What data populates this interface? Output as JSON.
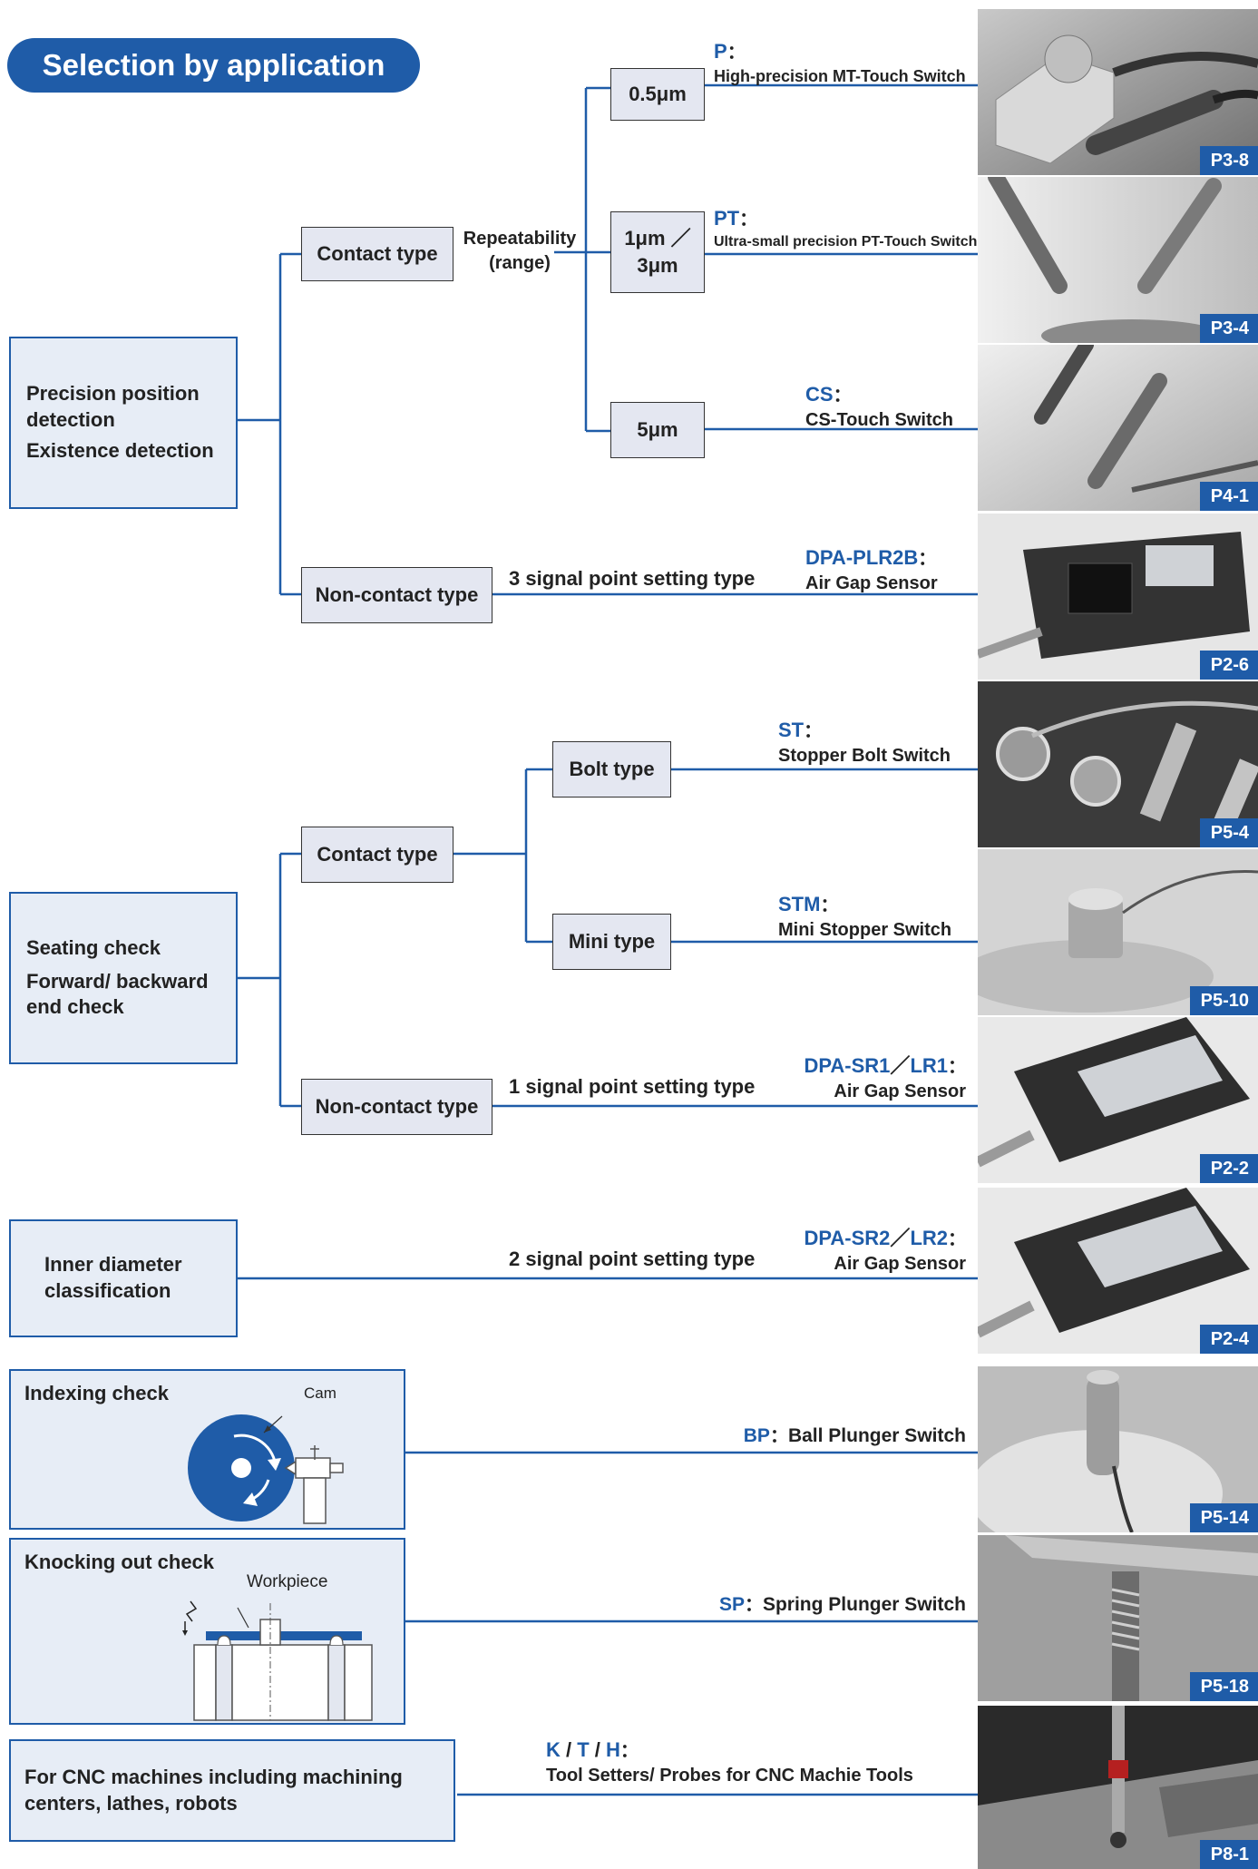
{
  "title": "Selection by application",
  "categories": {
    "precision": [
      "Precision position",
      "detection",
      "Existence detection"
    ],
    "seating": [
      "Seating check",
      "Forward/ backward",
      "end check"
    ],
    "inner": [
      "Inner diameter",
      "classification"
    ],
    "indexing": "Indexing check",
    "knocking": "Knocking out check",
    "cnc": [
      "For CNC machines including machining",
      "centers, lathes, robots"
    ]
  },
  "nodes": {
    "contact_type": "Contact type",
    "non_contact_type": "Non-contact type",
    "repeatability": [
      "Repeatability",
      "(range)"
    ],
    "r05": "0.5μm",
    "r13": [
      "1μm ／",
      "3μm"
    ],
    "r5": "5μm",
    "bolt_type": "Bolt type",
    "mini_type": "Mini type",
    "sig3": "3 signal point setting type",
    "sig1": "1 signal point setting type",
    "sig2": "2 signal point setting type"
  },
  "diagram_labels": {
    "cam": "Cam",
    "workpiece": "Workpiece"
  },
  "products": [
    {
      "code": "P",
      "sep": "：",
      "name": "High-precision MT-Touch Switch",
      "page": "P3-8"
    },
    {
      "code": "PT",
      "sep": "：",
      "name": "Ultra-small precision PT-Touch Switch",
      "page": "P3-4"
    },
    {
      "code": "CS",
      "sep": "：",
      "name": "CS-Touch Switch",
      "page": "P4-1"
    },
    {
      "code": "DPA-PLR2B",
      "sep": "：",
      "name": "Air Gap Sensor",
      "page": "P2-6"
    },
    {
      "code": "ST",
      "sep": "：",
      "name": "Stopper Bolt Switch",
      "page": "P5-4"
    },
    {
      "code": "STM",
      "sep": "：",
      "name": "Mini Stopper Switch",
      "page": "P5-10"
    },
    {
      "code": "DPA-SR1",
      "mid": "／",
      "code2": "LR1",
      "sep": "：",
      "name": "Air Gap Sensor",
      "page": "P2-2"
    },
    {
      "code": "DPA-SR2",
      "mid": "／",
      "code2": "LR2",
      "sep": "：",
      "name": "Air Gap Sensor",
      "page": "P2-4"
    },
    {
      "code": "BP",
      "sep": "：",
      "name": "Ball Plunger Switch",
      "page": "P5-14"
    },
    {
      "code": "SP",
      "sep": "：",
      "name": "Spring Plunger Switch",
      "page": "P5-18"
    },
    {
      "code": "K",
      "mid": " / ",
      "code2": "T",
      "mid2": " / ",
      "code3": "H",
      "sep": "：",
      "name": "Tool Setters/ Probes for CNC Machie Tools",
      "page": "P8-1"
    }
  ],
  "colors": {
    "brand_blue": "#1f5ca8",
    "box_fill": "#e7edf6",
    "small_box_fill": "#e4e7f1"
  }
}
